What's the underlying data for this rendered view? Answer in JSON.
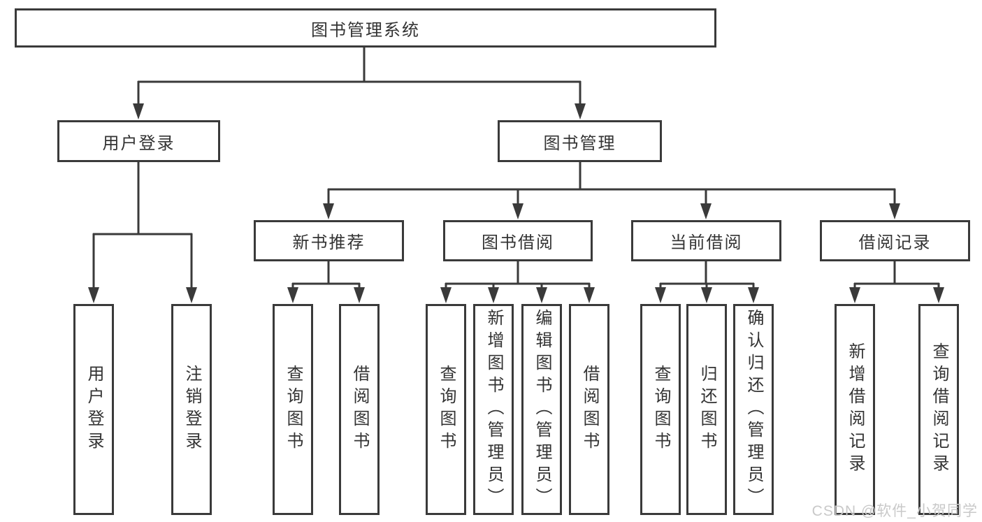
{
  "diagram": {
    "root_label": "图书管理系统",
    "branches": [
      {
        "label": "用户登录",
        "children": [
          {
            "label": "用户登录"
          },
          {
            "label": "注销登录"
          }
        ]
      },
      {
        "label": "图书管理",
        "children": [
          {
            "label": "新书推荐",
            "children": [
              {
                "label": "查询图书"
              },
              {
                "label": "借阅图书"
              }
            ]
          },
          {
            "label": "图书借阅",
            "children": [
              {
                "label": "查询图书"
              },
              {
                "label": "新增图书（管理员）"
              },
              {
                "label": "编辑图书（管理员）"
              },
              {
                "label": "借阅图书"
              }
            ]
          },
          {
            "label": "当前借阅",
            "children": [
              {
                "label": "查询图书"
              },
              {
                "label": "归还图书"
              },
              {
                "label": "确认归还（管理员）"
              }
            ]
          },
          {
            "label": "借阅记录",
            "children": [
              {
                "label": "新增借阅记录"
              },
              {
                "label": "查询借阅记录"
              }
            ]
          }
        ]
      }
    ]
  },
  "watermark": {
    "text": "CSDN @软件_小贺同学"
  },
  "colors": {
    "line": "#3a3a3a",
    "border": "#3a3a3a",
    "text": "#333333",
    "background": "#ffffff",
    "watermark": "#c9c9c9"
  }
}
